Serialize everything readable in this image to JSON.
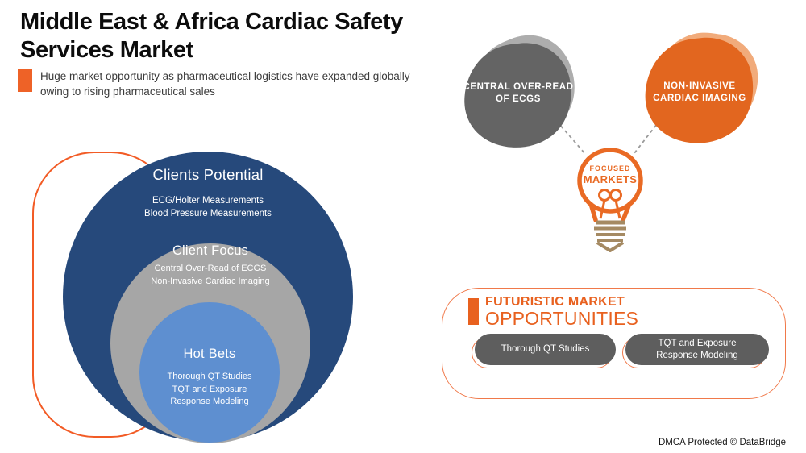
{
  "header": {
    "title_line1": "Middle East & Africa Cardiac Safety",
    "title_line2": "Services Market",
    "subtitle_line1": "Huge market opportunity as pharmaceutical logistics have expanded globally",
    "subtitle_line2": "owing to rising pharmaceutical sales",
    "accent_color": "#ee6227"
  },
  "venn": {
    "outline_color": "#f25b25",
    "rings": [
      {
        "title": "Clients Potential",
        "color": "#26497b",
        "items": [
          "ECG/Holter Measurements",
          "Blood Pressure Measurements"
        ]
      },
      {
        "title": "Client Focus",
        "color": "#a6a6a6",
        "items": [
          "Central Over-Read of ECGS",
          "Non-Invasive Cardiac Imaging"
        ]
      },
      {
        "title": "Hot Bets",
        "color": "#5e8fd0",
        "items": [
          "Thorough QT Studies",
          "TQT and Exposure",
          "Response Modeling"
        ]
      }
    ]
  },
  "focus_map": {
    "connector_color": "#9b9b9b",
    "nodes": [
      {
        "line1": "CENTRAL OVER-READ",
        "line2": "OF ECGS",
        "fill": "#646464",
        "shadow": "#adadad"
      },
      {
        "line1": "NON-INVASIVE",
        "line2": "CARDIAC IMAGING",
        "fill": "#e2661f",
        "shadow": "#f1ab7b"
      }
    ],
    "bulb": {
      "line1": "FOCUSED",
      "line2": "MARKETS",
      "outline_color": "#e96a24",
      "base_color": "#a58a63"
    }
  },
  "opportunities": {
    "title_line1": "FUTURISTIC MARKET",
    "title_line2": "OPPORTUNITIES",
    "title_color": "#e8611f",
    "border_color": "#f0794a",
    "pill_color": "#5e5e5e",
    "pills": [
      {
        "line1": "Thorough QT Studies",
        "line2": ""
      },
      {
        "line1": "TQT and Exposure",
        "line2": "Response Modeling"
      }
    ]
  },
  "footer": {
    "watermark": "DMCA Protected © DataBridge"
  }
}
